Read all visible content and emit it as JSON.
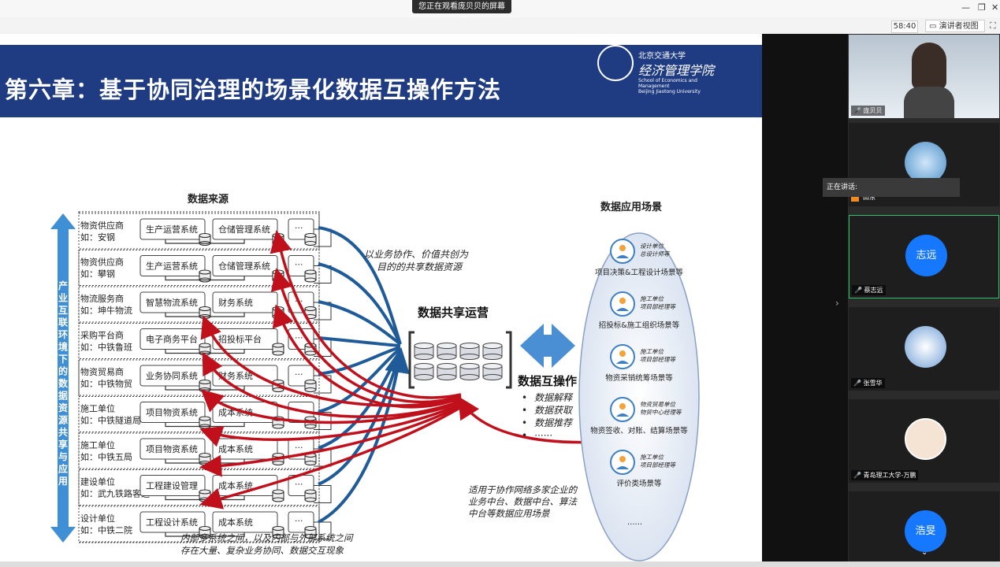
{
  "app": {
    "banner": "您正在观看庞贝贝的屏幕",
    "timer": "58:40",
    "presenter_view": "演讲者视图"
  },
  "slide": {
    "title": "第六章：基于协同治理的场景化数据互操作方法",
    "logo": {
      "cn": "北京交通大学",
      "script": "经济管理学院",
      "en1": "School of Economics and Management",
      "en2": "Beijing Jiaotong University"
    },
    "sources_title": "数据来源",
    "side_label": "产业互联环境下的数据资源共享与应用",
    "rows": [
      {
        "org": "物资供应商",
        "sub": "如：安钢",
        "sys1": "生产运营系统",
        "sys2": "仓储管理系统",
        "sys3": "···"
      },
      {
        "org": "物资供应商",
        "sub": "如：攀钢",
        "sys1": "生产运营系统",
        "sys2": "仓储管理系统",
        "sys3": "···"
      },
      {
        "org": "物流服务商",
        "sub": "如：坤牛物流",
        "sys1": "智慧物流系统",
        "sys2": "财务系统",
        "sys3": "···"
      },
      {
        "org": "采购平台商",
        "sub": "如：中铁鲁班",
        "sys1": "电子商务平台",
        "sys2": "招投标平台",
        "sys3": "···"
      },
      {
        "org": "物资贸易商",
        "sub": "如：中铁物贸",
        "sys1": "业务协同系统",
        "sys2": "财务系统",
        "sys3": "···"
      },
      {
        "org": "施工单位",
        "sub": "如：中铁隧道局",
        "sys1": "项目物资系统",
        "sys2": "成本系统",
        "sys3": "···"
      },
      {
        "org": "施工单位",
        "sub": "如：中铁五局",
        "sys1": "项目物资系统",
        "sys2": "成本系统",
        "sys3": "···"
      },
      {
        "org": "建设单位",
        "sub": "如：武九铁路客运",
        "sys1": "工程建设管理",
        "sys2": "成本系统",
        "sys3": "···"
      },
      {
        "org": "设计单位",
        "sub": "如：中铁二院",
        "sys1": "工程设计系统",
        "sys2": "成本系统",
        "sys3": "···"
      }
    ],
    "flow_note_1": "以业务协作、价值共创为",
    "flow_note_2": "目的的共享数据资源",
    "shared_title": "数据共享运营",
    "interop_title": "数据互操作",
    "interop_items": [
      "数据解释",
      "数据获取",
      "数据推荐",
      "······"
    ],
    "bottom_note_1": "适用于协作网络多家企业的",
    "bottom_note_2": "业务中台、数据中台、算法",
    "bottom_note_3": "中台等数据应用场景",
    "inner_note_1": "内部多系统之间，以及内部与外部系统之间",
    "inner_note_2": "存在大量、复杂业务协同、数据交互现象",
    "apps_title": "数据应用场景",
    "scenarios": [
      {
        "role1": "设计单位",
        "role2": "总设计师等",
        "label": "项目决策&工程设计场景等"
      },
      {
        "role1": "施工单位",
        "role2": "项目部经理等",
        "label": "招投标&施工组织场景等"
      },
      {
        "role1": "施工单位",
        "role2": "项目部经理等",
        "label": "物资采销统筹场景等"
      },
      {
        "role1": "物资贸易单位",
        "role2": "物贸中心经理等",
        "label": "物资签收、对账、结算场景等"
      },
      {
        "role1": "施工单位",
        "role2": "项目部经理等",
        "label": "评价类场景等"
      }
    ],
    "scenarios_more": "······"
  },
  "participants": {
    "speaking_label": "正在讲话:",
    "tiles": [
      {
        "name": "庞贝贝",
        "avatar": ""
      },
      {
        "name": "田东",
        "avatar": ""
      },
      {
        "name": "蔡志远",
        "avatar": "志远"
      },
      {
        "name": "张雪华",
        "avatar": ""
      },
      {
        "name": "青岛理工大学-万鹏",
        "avatar": ""
      },
      {
        "name": "",
        "avatar": "浩旻"
      }
    ]
  },
  "colors": {
    "header": "#1f3b82",
    "flow_blue": "#1f5a99",
    "flow_red": "#c0101b",
    "avatar": "#1677ff"
  }
}
